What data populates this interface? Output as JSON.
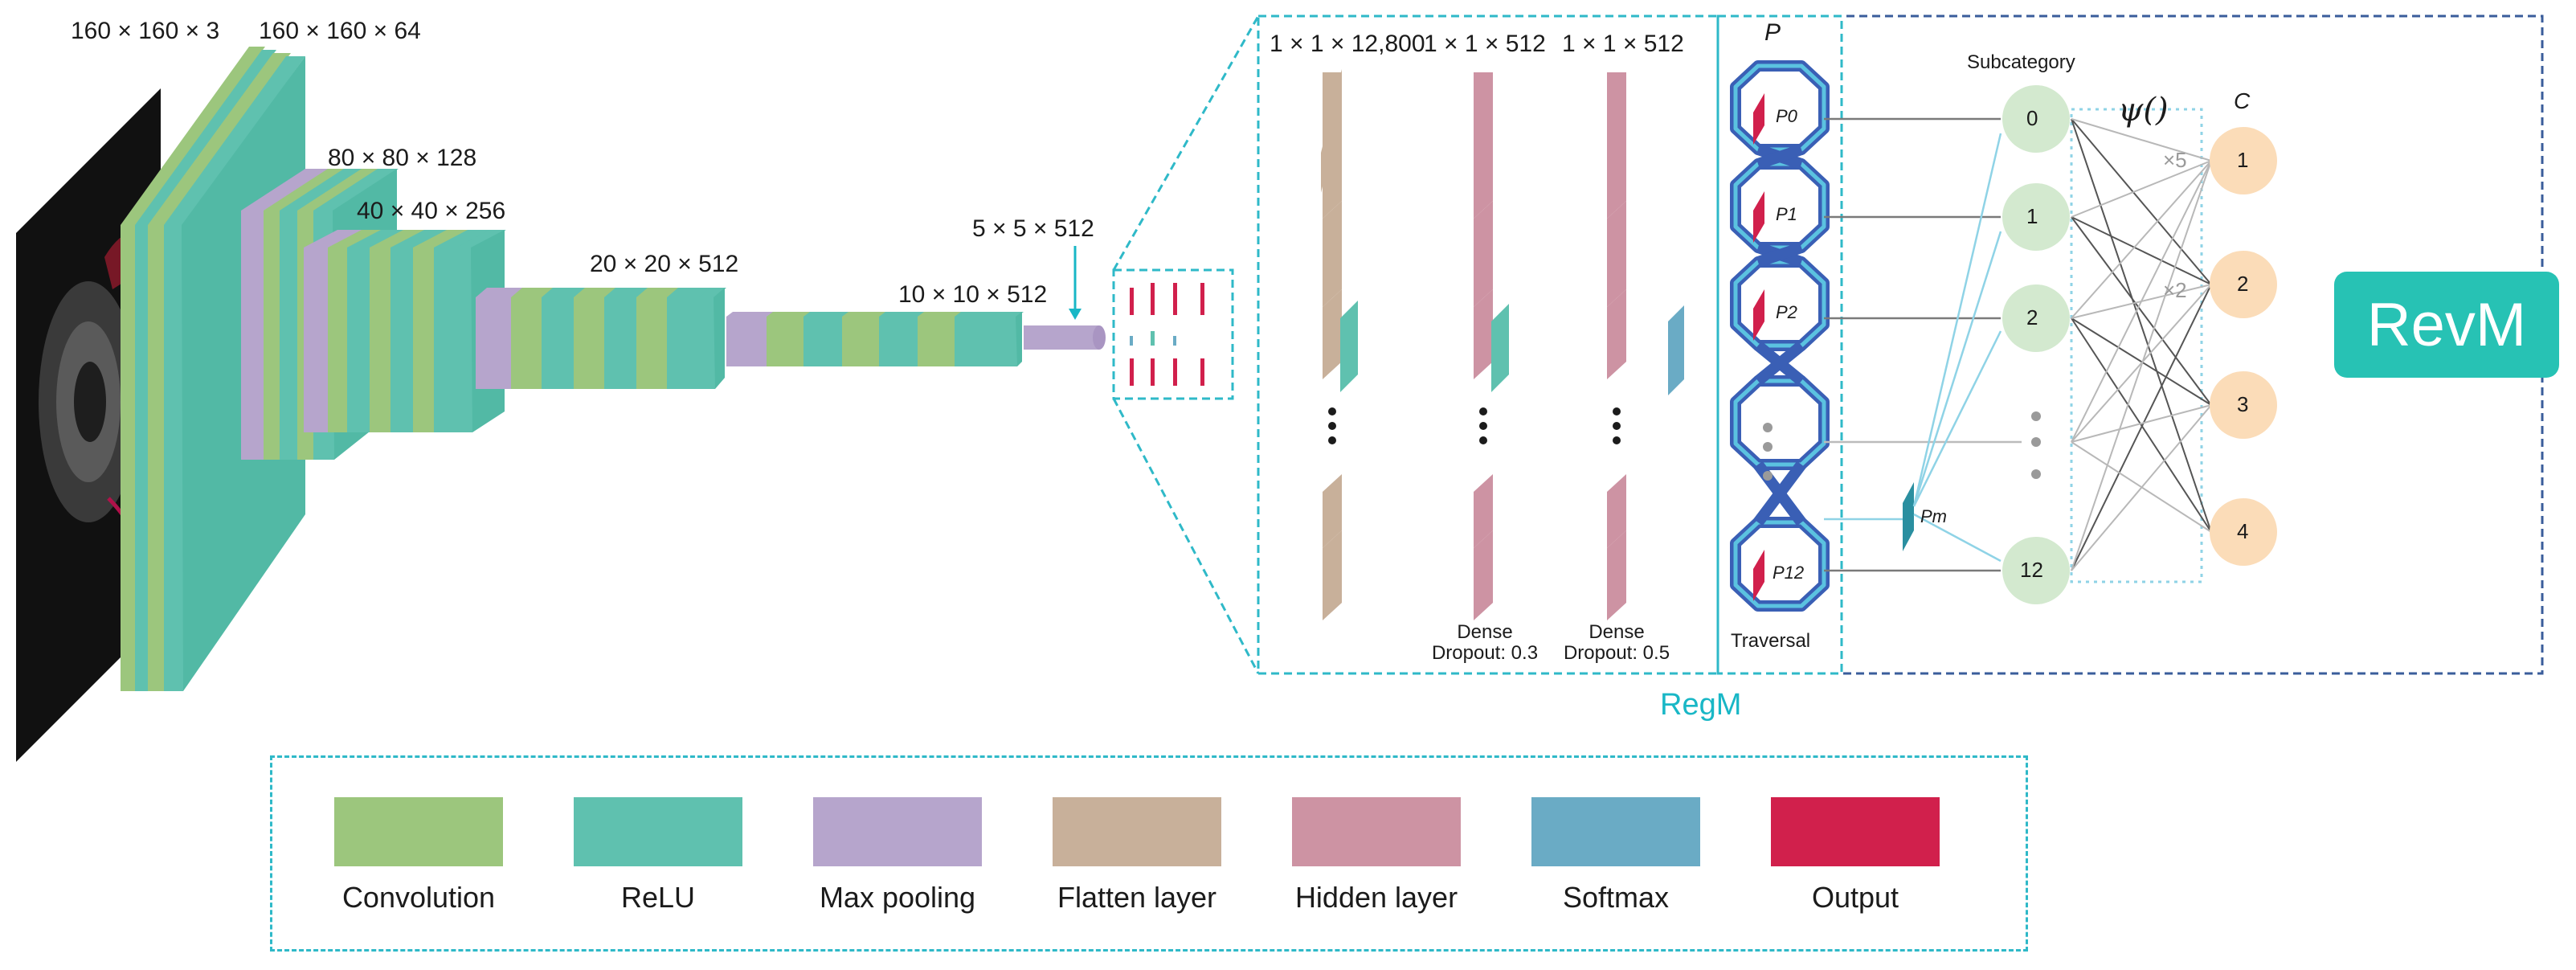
{
  "input_dims": {
    "input": "160 × 160 × 3",
    "conv1": "160 × 160 × 64",
    "conv2": "80 × 80 × 128",
    "conv3": "40 × 40 × 256",
    "conv4": "20 × 20 × 512",
    "conv5": "10 × 10 × 512",
    "pool": "5 × 5 × 512"
  },
  "dense_head": {
    "flatten_dim": "1 × 1 × 12,800",
    "hidden1_dim": "1 × 1 × 512",
    "hidden2_dim": "1 × 1 × 512",
    "dense1_caption_line1": "Dense",
    "dense1_caption_line2": "Dropout: 0.3",
    "dense2_caption_line1": "Dense",
    "dense2_caption_line2": "Dropout: 0.5"
  },
  "traversal": {
    "p_label": "P",
    "caption": "Traversal",
    "nodes": [
      "P0",
      "P1",
      "P2",
      "P12"
    ],
    "pm_label": "Pm"
  },
  "subcategory": {
    "header": "Subcategory",
    "nodes": [
      "0",
      "1",
      "2",
      "12"
    ],
    "psi_label": "ψ()"
  },
  "category": {
    "header": "C",
    "nodes": [
      "1",
      "2",
      "3",
      "4"
    ],
    "x5": "×5",
    "x2": "×2"
  },
  "section_labels": {
    "regm": "RegM",
    "revm": "RevM"
  },
  "legend": [
    {
      "label": "Convolution",
      "color": "#9cc67d"
    },
    {
      "label": "ReLU",
      "color": "#5fc1af"
    },
    {
      "label": "Max pooling",
      "color": "#b6a5cc"
    },
    {
      "label": "Flatten layer",
      "color": "#c8b09a"
    },
    {
      "label": "Hidden layer",
      "color": "#cd93a3"
    },
    {
      "label": "Softmax",
      "color": "#6aabc5"
    },
    {
      "label": "Output",
      "color": "#d1204c"
    }
  ],
  "colors": {
    "accent": "#2fb9c8",
    "revm_bg": "#27c2b4",
    "node_green": "#d3e9cf",
    "node_orange": "#fbdcb8",
    "chain_blue": "#3a5fb5"
  }
}
